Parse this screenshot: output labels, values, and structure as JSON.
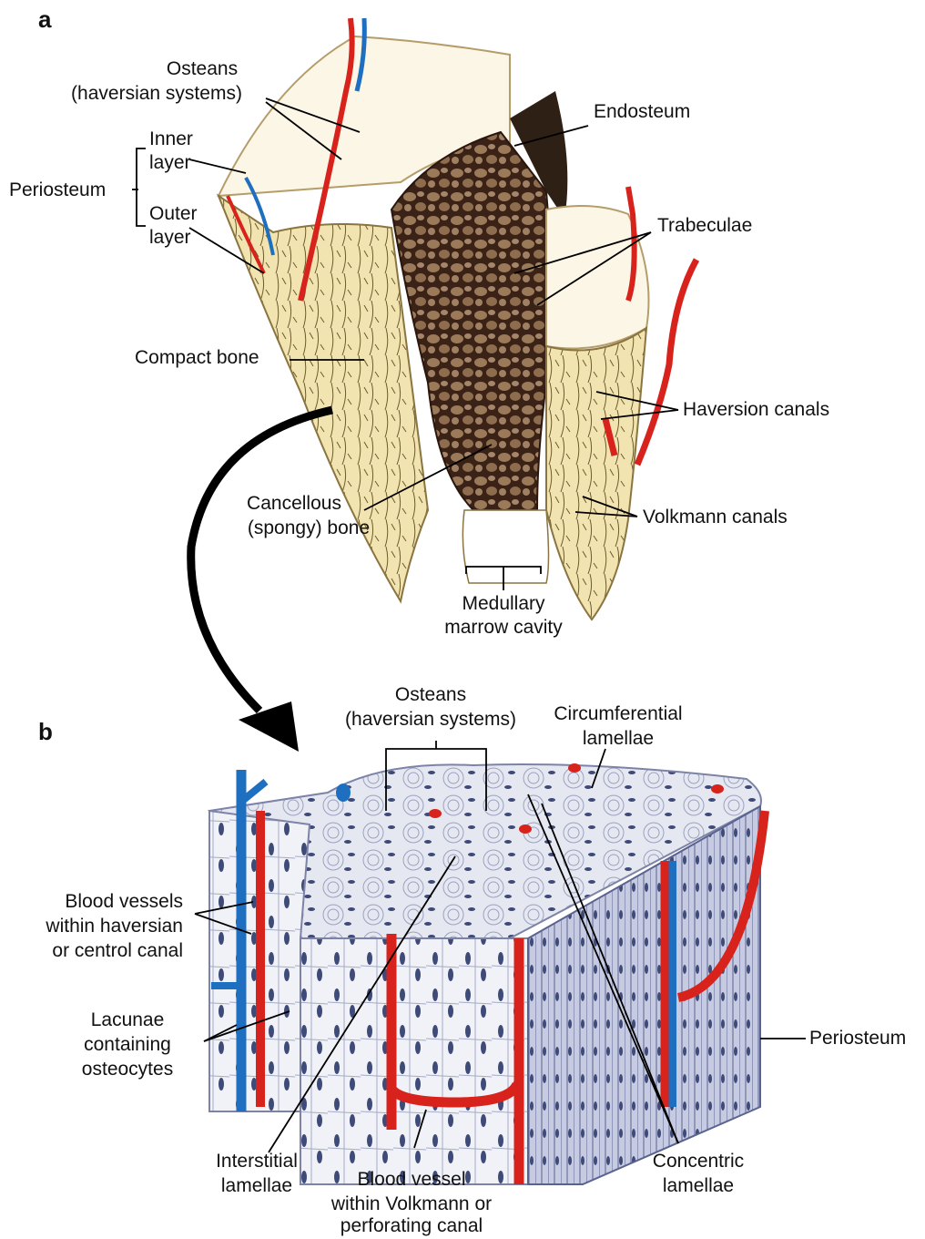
{
  "panels": {
    "a": "a",
    "b": "b"
  },
  "labels_a": {
    "osteans": [
      "Osteans",
      "(haversian systems)"
    ],
    "inner_layer": [
      "Inner",
      "layer"
    ],
    "periosteum": "Periosteum",
    "outer_layer": [
      "Outer",
      "layer"
    ],
    "endosteum": "Endosteum",
    "trabeculae": "Trabeculae",
    "compact_bone": "Compact bone",
    "haversion_canals": "Haversion canals",
    "cancellous": [
      "Cancellous",
      "(spongy) bone"
    ],
    "volkmann_canals": "Volkmann canals",
    "medullary": [
      "Medullary",
      "marrow cavity"
    ]
  },
  "labels_b": {
    "osteans": [
      "Osteans",
      "(haversian systems)"
    ],
    "circumferential": [
      "Circumferential",
      "lamellae"
    ],
    "blood_vessels": [
      "Blood vessels",
      "within haversian",
      "or centrol canal"
    ],
    "lacunae": [
      "Lacunae",
      "containing",
      "osteocytes"
    ],
    "periosteum": "Periosteum",
    "interstitial": [
      "Interstitial",
      "lamellae"
    ],
    "blood_vessel_volkmann": [
      "Blood vessel",
      "within Volkmann or",
      "perforating canal"
    ],
    "concentric": [
      "Concentric",
      "lamellae"
    ]
  },
  "colors": {
    "artery": "#d8231c",
    "vein": "#1e6fc0",
    "compact": "#f2e4b0",
    "spongy": "#4a2a1c",
    "block": "#eef0f6",
    "block_side": "#c9cde0"
  }
}
